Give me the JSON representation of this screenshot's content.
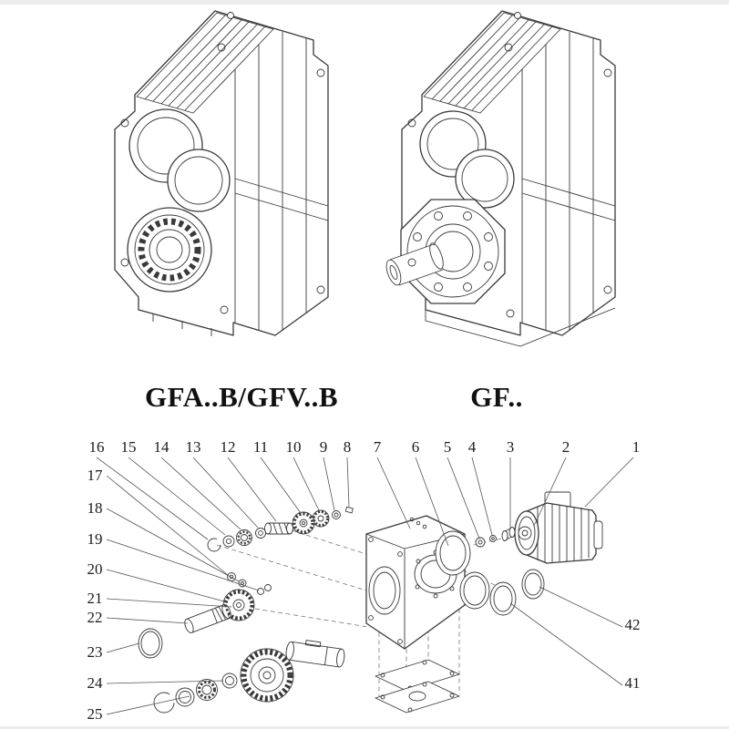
{
  "models": {
    "left_label": "GFA..B/GFV..B",
    "right_label": "GF.."
  },
  "exploded": {
    "top_row": [
      "16",
      "15",
      "14",
      "13",
      "12",
      "11",
      "10",
      "9",
      "8",
      "7",
      "6",
      "5",
      "4",
      "3",
      "2",
      "1"
    ],
    "left_col": [
      "17",
      "18",
      "19",
      "20",
      "21",
      "22",
      "23",
      "24",
      "25"
    ],
    "right_col": [
      "42",
      "41"
    ]
  },
  "colors": {
    "line": "#3a3a3a",
    "background": "#ffffff"
  }
}
